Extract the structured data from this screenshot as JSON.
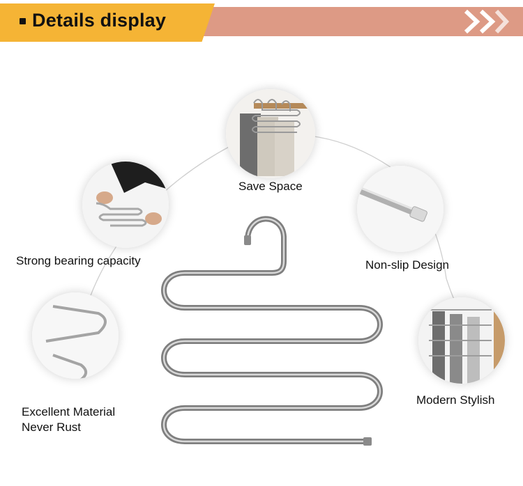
{
  "header": {
    "title": "Details display",
    "accent_color": "#f5b435",
    "bar_color": "#dd9a85",
    "decoration": "double-chevron-right-icon"
  },
  "features": [
    {
      "label": "Save Space",
      "image": "hangers-with-trousers-on-rail-photo"
    },
    {
      "label": "Strong bearing capacity",
      "image": "hands-pulling-hanger-photo"
    },
    {
      "label": "Non-slip Design",
      "image": "rod-end-cap-closeup-photo"
    },
    {
      "label": "Excellent Material",
      "label2": "Never Rust",
      "image": "polished-steel-bend-closeup-photo"
    },
    {
      "label": "Modern Stylish",
      "image": "hangers-in-wardrobe-photo"
    }
  ],
  "product": {
    "image": "s-shaped-stainless-steel-pants-hanger"
  }
}
